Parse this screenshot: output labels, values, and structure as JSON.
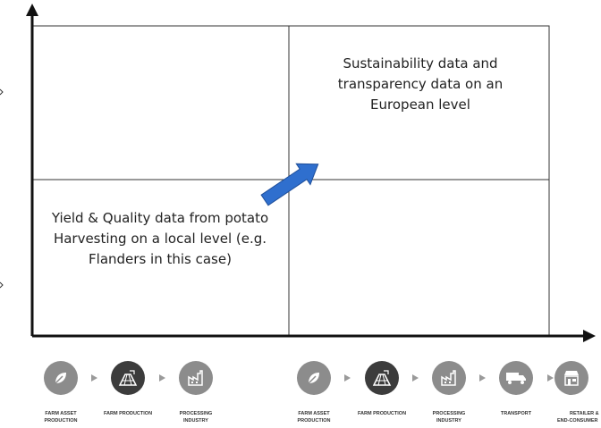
{
  "quadrant_top_right": {
    "lines": [
      "Sustainability data and",
      "transparency data on an",
      "European level"
    ]
  },
  "quadrant_bottom_left": {
    "lines": [
      "Yield & Quality data from potato",
      "Harvesting on a local level (e.g.",
      "Flanders in this case)"
    ]
  },
  "colors": {
    "axis": "#111111",
    "grid": "#333333",
    "arrow": "#2f6fce",
    "step_light": "#8c8c8c",
    "step_dark": "#3c3c3c"
  },
  "chain_left": [
    {
      "label_line1": "FARM ASSET",
      "label_line2": "PRODUCTION",
      "icon": "leaf-icon",
      "tone": "light"
    },
    {
      "label_line1": "FARM PRODUCTION",
      "label_line2": "",
      "icon": "field-icon",
      "tone": "dark"
    },
    {
      "label_line1": "PROCESSING",
      "label_line2": "INDUSTRY",
      "icon": "factory-icon",
      "tone": "light"
    }
  ],
  "chain_right": [
    {
      "label_line1": "FARM ASSET",
      "label_line2": "PRODUCTION",
      "icon": "leaf-icon",
      "tone": "light"
    },
    {
      "label_line1": "FARM PRODUCTION",
      "label_line2": "",
      "icon": "field-icon",
      "tone": "dark"
    },
    {
      "label_line1": "PROCESSING",
      "label_line2": "INDUSTRY",
      "icon": "factory-icon",
      "tone": "light"
    },
    {
      "label_line1": "TRANSPORT",
      "label_line2": "",
      "icon": "truck-icon",
      "tone": "light"
    },
    {
      "label_line1": "RETAILER &",
      "label_line2": "END-CONSUMER",
      "icon": "store-icon",
      "tone": "light"
    }
  ]
}
